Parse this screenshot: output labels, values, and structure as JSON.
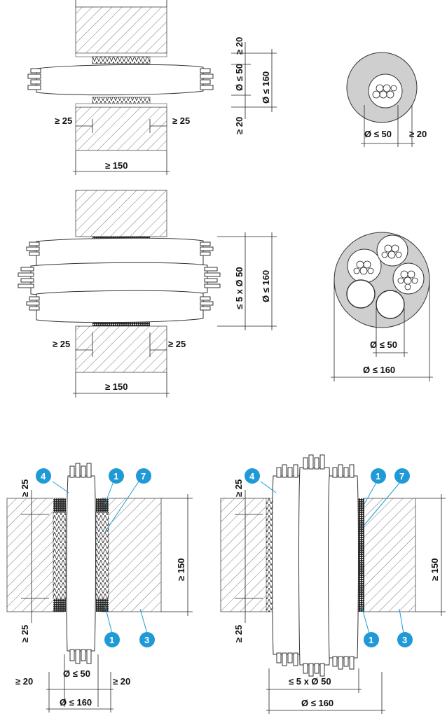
{
  "colors": {
    "callout": "#1f9ad6",
    "line": "#222222",
    "sleeve_fill": "#cfcfcf"
  },
  "figure1": {
    "gap_top": "≥ 20",
    "gap_bottom": "≥ 20",
    "cable_dia": "Ø ≤ 50",
    "sleeve_dia": "Ø ≤ 160",
    "edge_left": "≥ 25",
    "edge_right": "≥ 25",
    "depth": "≥ 150"
  },
  "section1": {
    "cable_dia": "Ø ≤ 50",
    "gap": "≥ 20"
  },
  "figure2": {
    "bundle": "≤ 5 x Ø 50",
    "sleeve_dia": "Ø ≤ 160",
    "edge_left": "≥ 25",
    "edge_right": "≥ 25",
    "depth": "≥ 150"
  },
  "section2": {
    "cable_dia": "Ø ≤ 50",
    "sleeve_dia": "Ø ≤ 160"
  },
  "figure3": {
    "edge_top": "≥ 25",
    "edge_bottom": "≥ 25",
    "depth": "≥ 150",
    "cable_dia": "Ø ≤ 50",
    "gap_left": "≥ 20",
    "gap_right": "≥ 20",
    "sleeve_dia": "Ø ≤ 160",
    "callouts": [
      "4",
      "1",
      "7",
      "1",
      "3"
    ]
  },
  "figure4": {
    "edge_top": "≥ 25",
    "edge_bottom": "≥ 25",
    "depth": "≥ 150",
    "bundle": "≤ 5 x Ø 50",
    "sleeve_dia": "Ø ≤ 160",
    "callouts": [
      "4",
      "1",
      "7",
      "1",
      "3"
    ]
  }
}
